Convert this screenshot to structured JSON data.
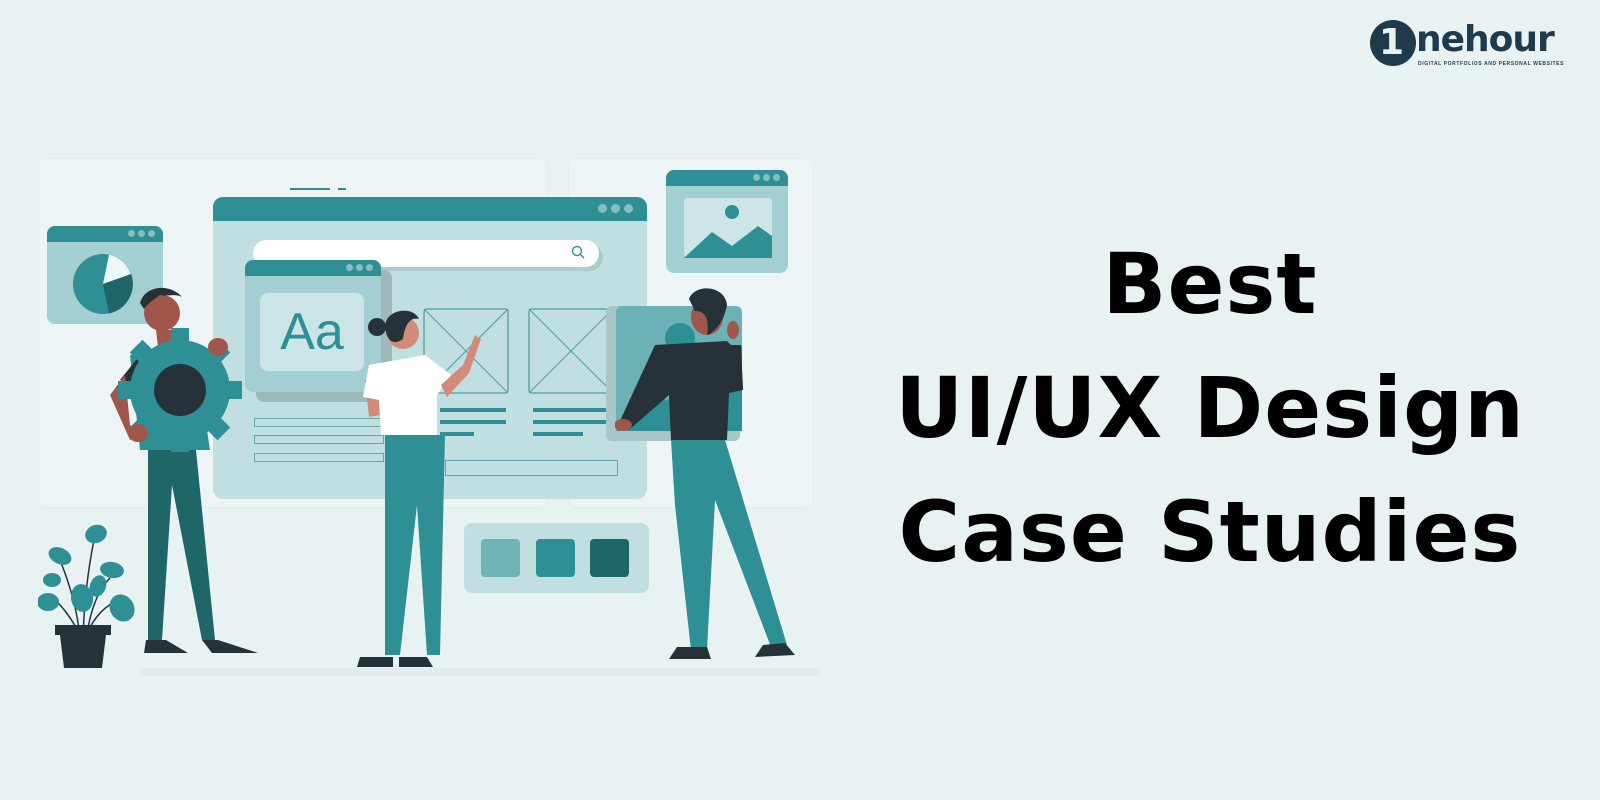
{
  "brand": {
    "logo_mark": "1",
    "logo_word": "nehour",
    "tagline": "DIGITAL PORTFOLIOS AND PERSONAL WEBSITES",
    "color": "#1f3a4a"
  },
  "headline": {
    "lines": [
      "Best",
      "UI/UX Design",
      "Case Studies"
    ],
    "color": "#000000"
  },
  "illustration": {
    "main_window": {
      "search_placeholder": "",
      "icons": [
        "search-icon"
      ]
    },
    "typography_card": {
      "label": "Aa"
    },
    "swatches": [
      "#6fb3b7",
      "#2e8f94",
      "#1f6669"
    ],
    "colors": {
      "background": "#e8f2f3",
      "teal": "#2e8f94",
      "teal_light": "#a4cfd2",
      "teal_pale": "#c1dfe1",
      "teal_dark": "#1f6669",
      "ink": "#263238"
    },
    "figures": [
      "man-holding-gear",
      "woman-pointing-at-wireframe",
      "man-placing-image-card"
    ]
  }
}
